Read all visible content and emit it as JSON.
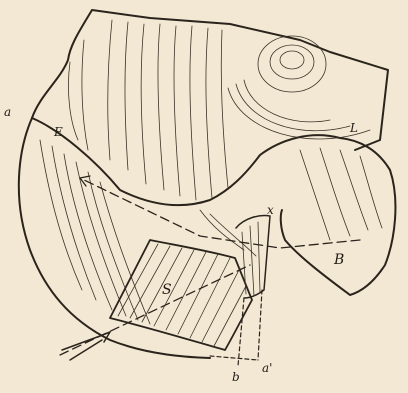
{
  "figure": {
    "labels": {
      "a": "a",
      "e": "E",
      "l": "L",
      "x": "x",
      "b": "B",
      "s": "S",
      "b_lower": "b",
      "a_prime": "a'"
    },
    "colors": {
      "paper": "#f3e8d4",
      "ink": "#2a241c"
    }
  }
}
